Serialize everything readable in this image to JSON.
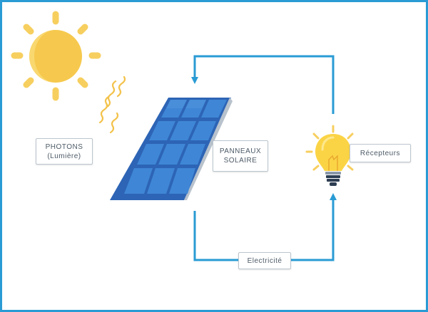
{
  "labels": {
    "photons_line1": "PHOTONS",
    "photons_line2": "(Lumière)",
    "panels_line1": "PANNEAUX",
    "panels_line2": "SOLAIRE",
    "receivers": "Récepteurs",
    "electricity": "Electricité"
  },
  "colors": {
    "frame": "#2a9bd4",
    "arrow": "#2a9bd4",
    "sun": "#f6c94e",
    "sun_ray": "#f7cf5f",
    "panel_light": "#3f86d6",
    "panel_dark": "#2d64b5",
    "bulb_glass": "#fbd446",
    "bulb_base": "#2d3e52"
  },
  "icons": [
    "sun-icon",
    "photon-waves-icon",
    "solar-panel-icon",
    "light-bulb-icon"
  ]
}
